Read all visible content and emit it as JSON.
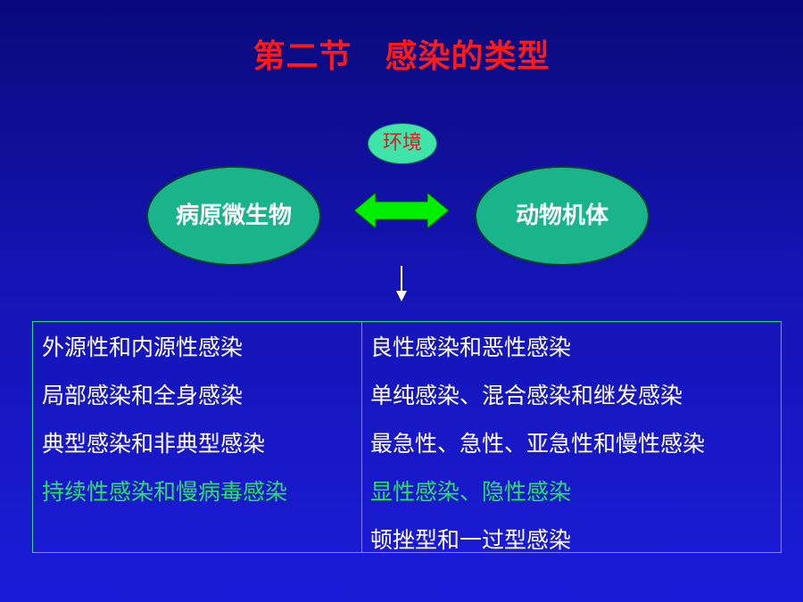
{
  "title": "第二节　感染的类型",
  "environment_label": "环境",
  "left_entity": "病原微生物",
  "right_entity": "动物机体",
  "left_column": [
    {
      "text": "外源性和内源性感染",
      "highlight": false
    },
    {
      "text": "局部感染和全身感染",
      "highlight": false
    },
    {
      "text": "典型感染和非典型感染",
      "highlight": false
    },
    {
      "text": "持续性感染和慢病毒感染",
      "highlight": true
    }
  ],
  "right_column": [
    {
      "text": "良性感染和恶性感染",
      "highlight": false
    },
    {
      "text": "单纯感染、混合感染和继发感染",
      "highlight": false
    },
    {
      "text": "最急性、急性、亚急性和慢性感染",
      "highlight": false
    },
    {
      "text": "显性感染、隐性感染",
      "highlight": true
    },
    {
      "text": "顿挫型和一过型感染",
      "highlight": false
    }
  ],
  "colors": {
    "title": "#ff1a1a",
    "highlight_text": "#27e06a",
    "ellipse_fill": "#1ab48a",
    "arrow": "#00ee00",
    "border": "#2bd58a"
  },
  "icons": {
    "double_arrow": "double-arrow-icon",
    "down_arrow": "down-arrow-icon"
  }
}
